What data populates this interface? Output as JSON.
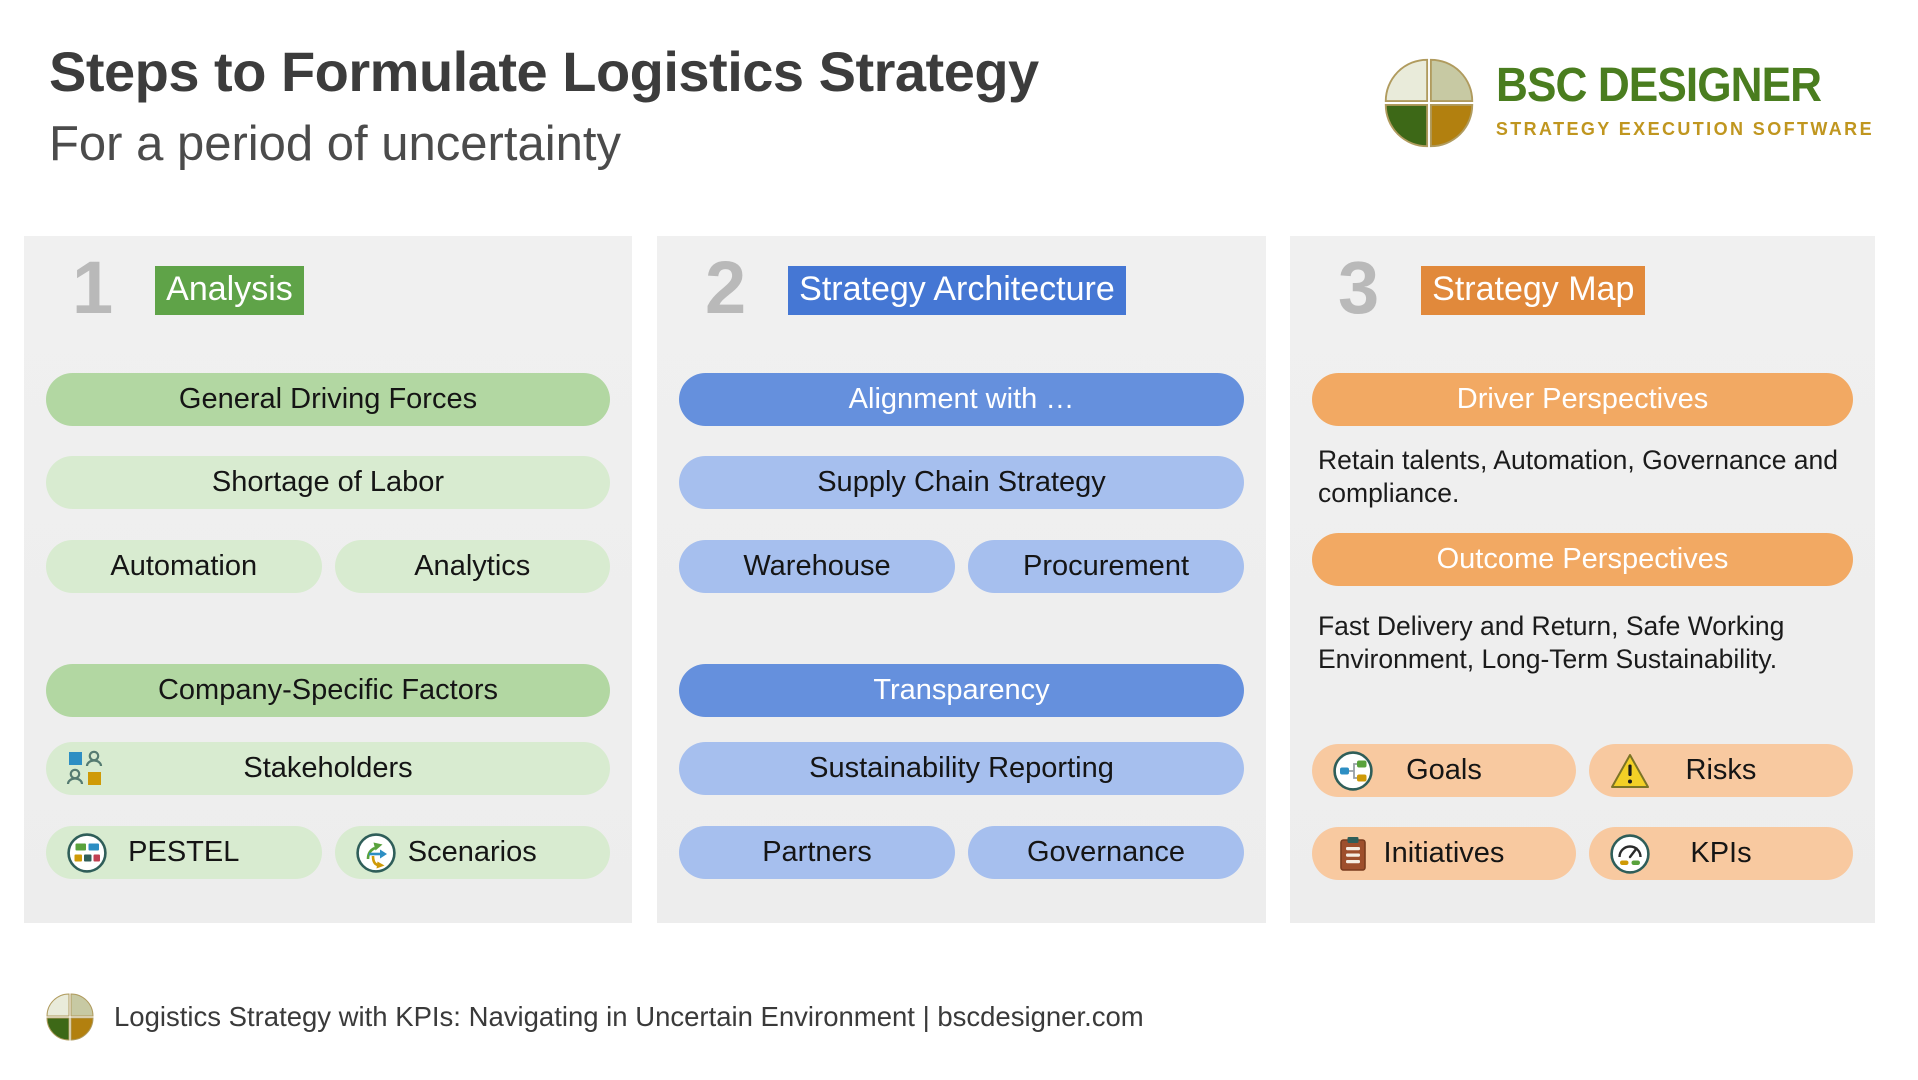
{
  "header": {
    "title": "Steps to Formulate Logistics Strategy",
    "subtitle": "For a period of uncertainty"
  },
  "brand": {
    "name": "BSC DESIGNER",
    "tagline": "STRATEGY EXECUTION SOFTWARE"
  },
  "steps": {
    "analysis": {
      "number": "1",
      "title": "Analysis",
      "pills": {
        "general_driving_forces": "General Driving Forces",
        "shortage_of_labor": "Shortage of Labor",
        "automation": "Automation",
        "analytics": "Analytics",
        "company_specific_factors": "Company-Specific Factors",
        "stakeholders": "Stakeholders",
        "pestel": "PESTEL",
        "scenarios": "Scenarios"
      }
    },
    "architecture": {
      "number": "2",
      "title": "Strategy Architecture",
      "pills": {
        "alignment": "Alignment with …",
        "supply_chain": "Supply Chain Strategy",
        "warehouse": "Warehouse",
        "procurement": "Procurement",
        "transparency": "Transparency",
        "sustainability_reporting": "Sustainability Reporting",
        "partners": "Partners",
        "governance": "Governance"
      }
    },
    "strategy_map": {
      "number": "3",
      "title": "Strategy Map",
      "pills": {
        "driver_perspectives": "Driver Perspectives",
        "outcome_perspectives": "Outcome Perspectives",
        "goals": "Goals",
        "risks": "Risks",
        "initiatives": "Initiatives",
        "kpis": "KPIs"
      },
      "driver_note": "Retain talents, Automation, Governance and compliance.",
      "outcome_note": "Fast Delivery and Return, Safe Working Environment, Long-Term Sustainability."
    }
  },
  "footer": {
    "text": "Logistics Strategy with KPIs: Navigating in Uncertain Environment | bscdesigner.com"
  },
  "colors": {
    "green_header": "#5fa348",
    "green_medium": "#b2d7a2",
    "green_light": "#d8ebd0",
    "blue_header": "#4577d4",
    "blue_dark": "#6590dd",
    "blue_light": "#a6bfee",
    "orange_header": "#e1893b",
    "orange_medium": "#f2a963",
    "orange_light": "#f8c9a0",
    "step_number_gray": "#b9b9b9",
    "brand_green": "#4a7d1f",
    "brand_gold": "#c0961f"
  }
}
